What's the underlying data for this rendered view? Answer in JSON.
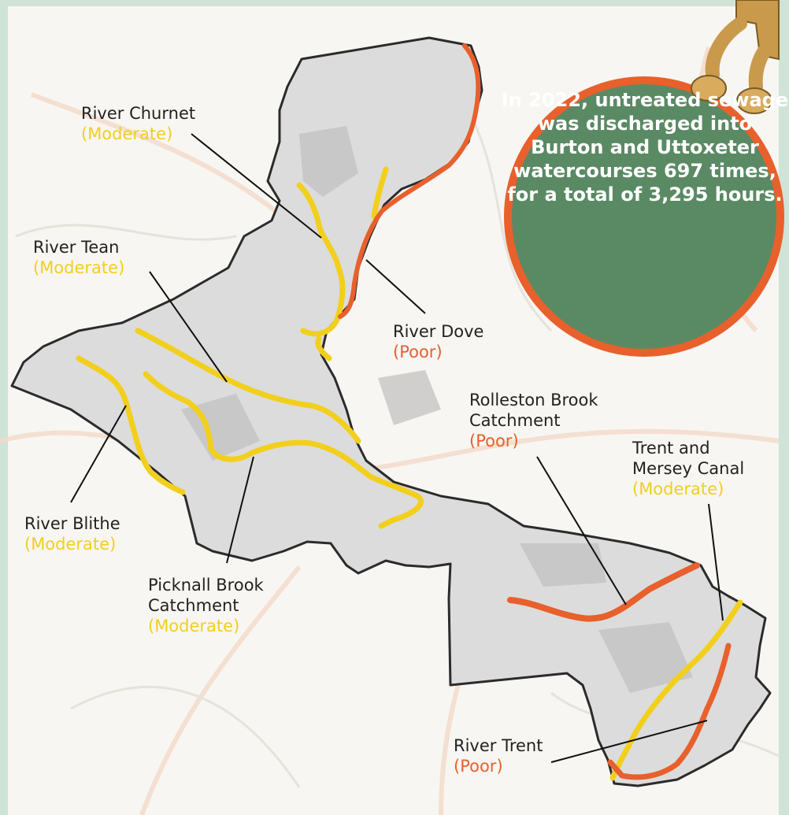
{
  "stat_callout": {
    "text": "In 2022, untreated sewage was discharged into Burton and Uttoxeter watercourses 697 times, for a total of 3,295 hours."
  },
  "legend_colors": {
    "moderate": "#f2cf1d",
    "poor": "#e8602c",
    "boundary": "#2b2b2b",
    "callout_fill": "#5a8a64",
    "callout_ring": "#e8602c"
  },
  "rivers": [
    {
      "id": "churnet",
      "name": "River Churnet",
      "status": "(Moderate)",
      "condition": "moderate"
    },
    {
      "id": "tean",
      "name": "River Tean",
      "status": "(Moderate)",
      "condition": "moderate"
    },
    {
      "id": "dove",
      "name": "River Dove",
      "status": "(Poor)",
      "condition": "poor"
    },
    {
      "id": "rolleston",
      "name": "Rolleston Brook Catchment",
      "status": "(Poor)",
      "condition": "poor"
    },
    {
      "id": "trent-mersey",
      "name": "Trent and Mersey Canal",
      "status": "(Moderate)",
      "condition": "moderate"
    },
    {
      "id": "blithe",
      "name": "River Blithe",
      "status": "(Moderate)",
      "condition": "moderate"
    },
    {
      "id": "picknall",
      "name": "Picknall Brook Catchment",
      "status": "(Moderate)",
      "condition": "moderate"
    },
    {
      "id": "trent",
      "name": "River Trent",
      "status": "(Poor)",
      "condition": "poor"
    }
  ]
}
